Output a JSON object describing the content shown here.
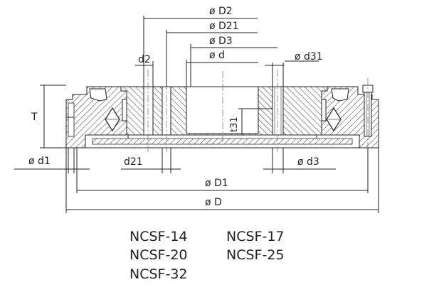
{
  "dimensions": {
    "D2": "ø D2",
    "D21": "ø D21",
    "D3": "ø D3",
    "d": "ø d",
    "d2": "d2",
    "d31": "ø d31",
    "T": "T",
    "t31": "t31",
    "d1": "ø d1",
    "d21": "d21",
    "d3": "ø d3",
    "D1": "ø D1",
    "D": "ø D"
  },
  "models": [
    "NCSF-14",
    "NCSF-17",
    "NCSF-20",
    "NCSF-25",
    "NCSF-32"
  ]
}
